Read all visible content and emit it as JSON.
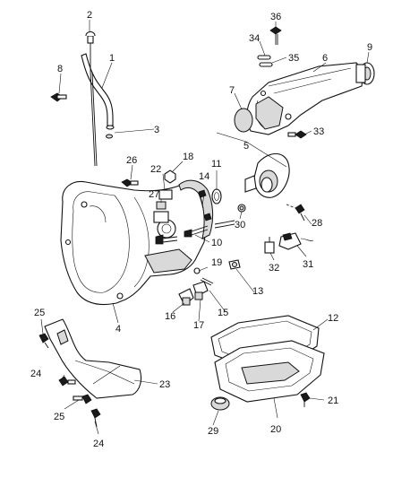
{
  "diagram": {
    "callouts": [
      "1",
      "2",
      "3",
      "4",
      "5",
      "6",
      "7",
      "8",
      "9",
      "10",
      "11",
      "12",
      "13",
      "14",
      "15",
      "16",
      "17",
      "18",
      "19",
      "20",
      "21",
      "22",
      "23",
      "24",
      "25",
      "26",
      "27",
      "28",
      "29",
      "30",
      "31",
      "32",
      "33",
      "34",
      "35",
      "36"
    ],
    "callout_25_second": "25",
    "callout_24_second": "24"
  }
}
